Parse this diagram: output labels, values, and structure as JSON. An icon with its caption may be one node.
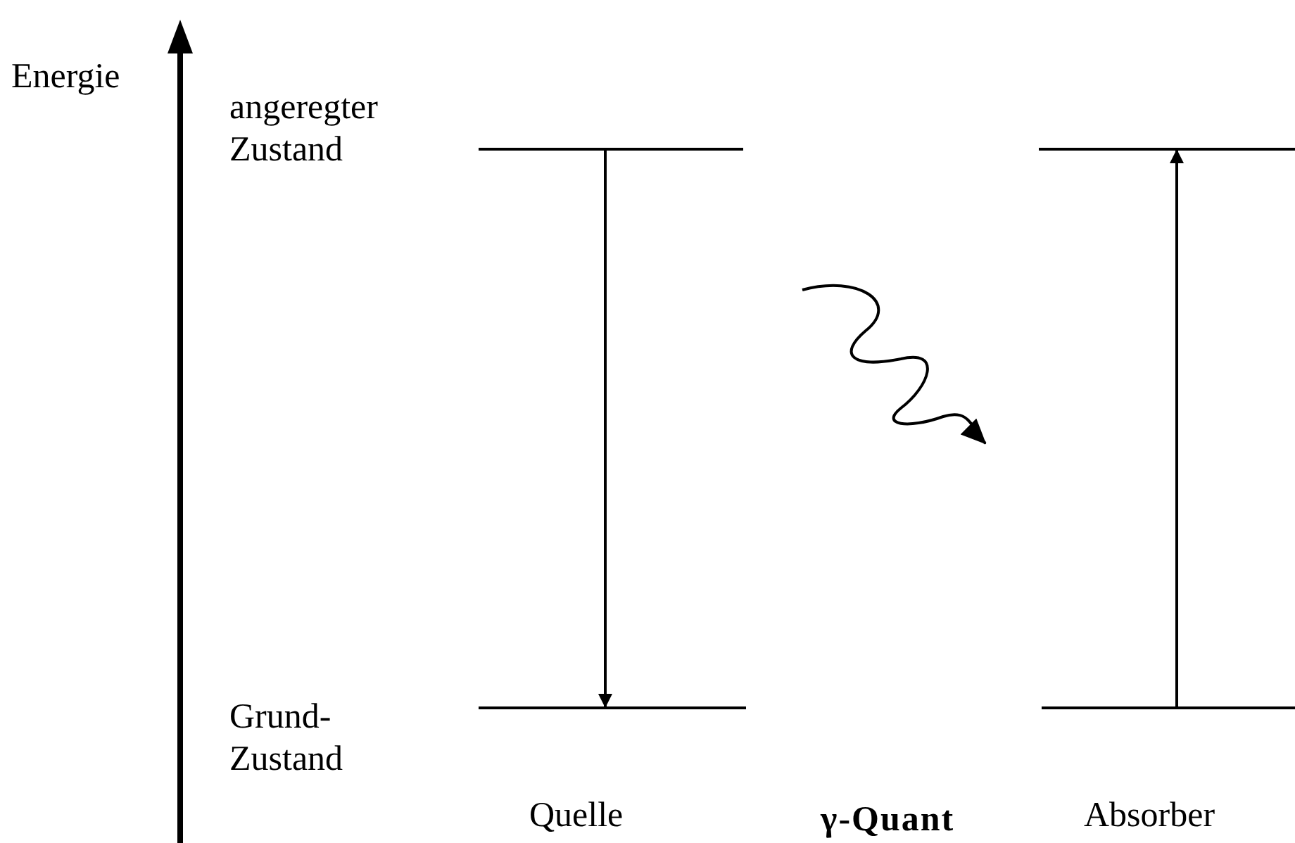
{
  "diagram": {
    "nodes": [
      {
        "text": [],
        "shape": "bar"
      },
      {
        "text": [],
        "shape": "bar"
      },
      {
        "text": [],
        "shape": "bar"
      },
      {
        "text": [],
        "shape": "bar"
      }
    ],
    "edges": [
      {
        "from": 0,
        "to": 2,
        "arrow": "to"
      },
      {
        "from": 3,
        "to": 1,
        "arrow": "to"
      }
    ],
    "labels": [
      "Energie",
      "angeregter Zustand",
      "γ-Quant",
      "Grund- Zustand",
      "Quelle",
      "Absorber"
    ]
  }
}
